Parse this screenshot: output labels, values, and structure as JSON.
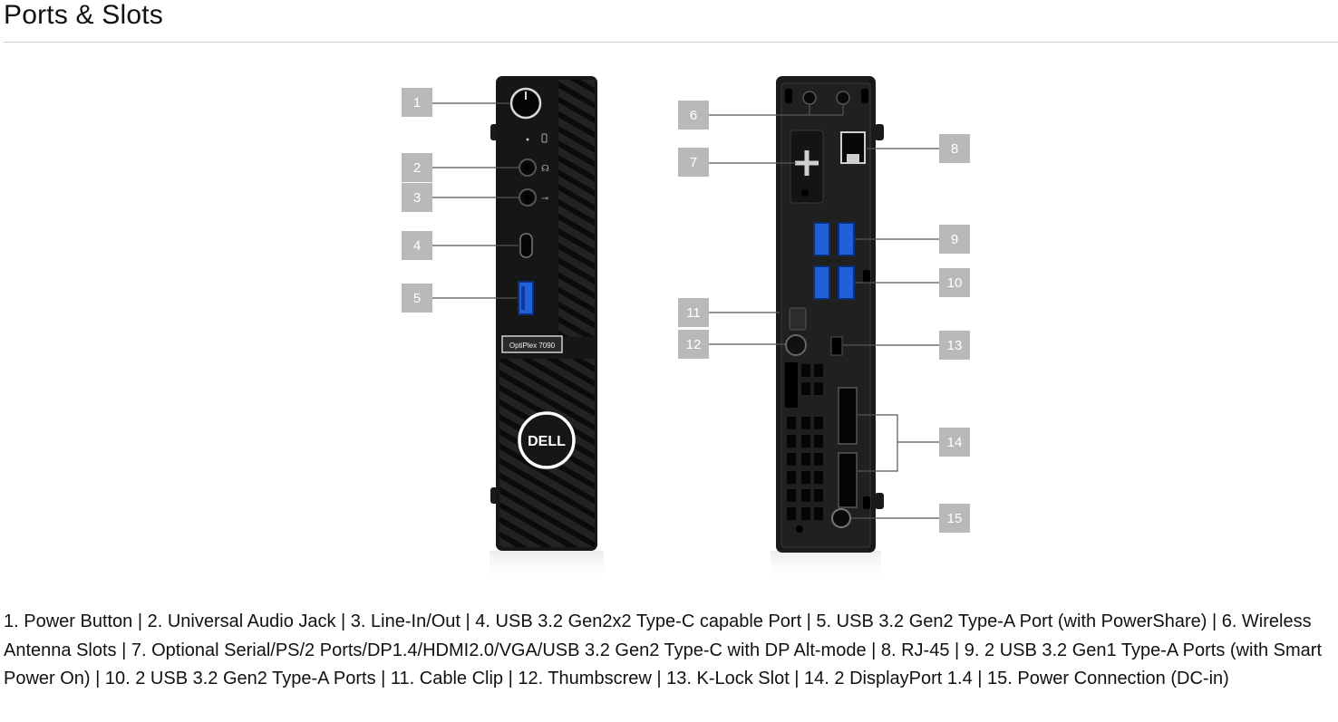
{
  "section": {
    "title": "Ports & Slots"
  },
  "device": {
    "front_model_label": "OptiPlex 7090",
    "logo_text": "DELL"
  },
  "callouts": {
    "c1": "1",
    "c2": "2",
    "c3": "3",
    "c4": "4",
    "c5": "5",
    "c6": "6",
    "c7": "7",
    "c8": "8",
    "c9": "9",
    "c10": "10",
    "c11": "11",
    "c12": "12",
    "c13": "13",
    "c14": "14",
    "c15": "15"
  },
  "caption": "1. Power Button | 2. Universal Audio Jack | 3. Line-In/Out | 4. USB 3.2 Gen2x2 Type-C capable Port | 5. USB 3.2 Gen2 Type-A Port (with PowerShare) | 6. Wireless Antenna Slots | 7. Optional Serial/PS/2 Ports/DP1.4/HDMI2.0/VGA/USB 3.2 Gen2 Type-C with DP Alt-mode | 8. RJ-45 | 9. 2 USB 3.2 Gen1 Type-A Ports (with Smart Power On) | 10. 2 USB 3.2 Gen2 Type-A Ports | 11. Cable Clip | 12. Thumbscrew | 13. K-Lock Slot | 14. 2 DisplayPort 1.4 | 15. Power Connection (DC-in)"
}
